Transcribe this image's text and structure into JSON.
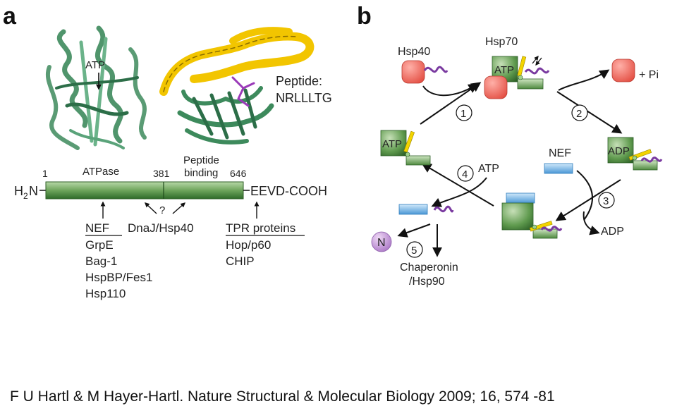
{
  "panel_a": {
    "label": "a",
    "atp_label": "ATP",
    "peptide_label": "Peptide:",
    "peptide_seq": "NRLLLTG",
    "pos_start": "1",
    "pos_mid": "381",
    "pos_end": "646",
    "domain_atpase": "ATPase",
    "domain_pep1": "Peptide",
    "domain_pep2": "binding",
    "n_term_h": "H",
    "n_term_sub": "2",
    "n_term_n": "N",
    "c_term": "EEVD-COOH",
    "question": "?",
    "dnaj": "DnaJ/Hsp40",
    "nef_header": "NEF",
    "nef_items": [
      "GrpE",
      "Bag-1",
      "HspBP/Fes1",
      "Hsp110"
    ],
    "tpr_header": "TPR proteins",
    "tpr_items": [
      "Hop/p60",
      "CHIP"
    ]
  },
  "panel_b": {
    "label": "b",
    "hsp40": "Hsp40",
    "hsp70": "Hsp70",
    "atp_top": "ATP",
    "atp_left": "ATP",
    "adp_right": "ADP",
    "plus_pi": "+ Pi",
    "nef": "NEF",
    "atp_step4": "ATP",
    "adp_step3": "ADP",
    "n_label": "N",
    "chaperonin1": "Chaperonin",
    "chaperonin2": "/Hsp90",
    "steps": [
      "1",
      "2",
      "3",
      "4",
      "5"
    ]
  },
  "citation": "F U Hartl & M Hayer-Hartl. Nature Structural & Molecular Biology 2009; 16, 574 -81",
  "colors": {
    "green_dark": "#2f6b2a",
    "green_light": "#9bc48a",
    "protein_green": "#3d8a5c",
    "helix_yellow": "#f2c500",
    "peptide_purple": "#7a3aa0",
    "hsp40_red": "#ee5a4f",
    "nef_blue": "#5aa6e0",
    "n_purple": "#c9a0dc"
  }
}
